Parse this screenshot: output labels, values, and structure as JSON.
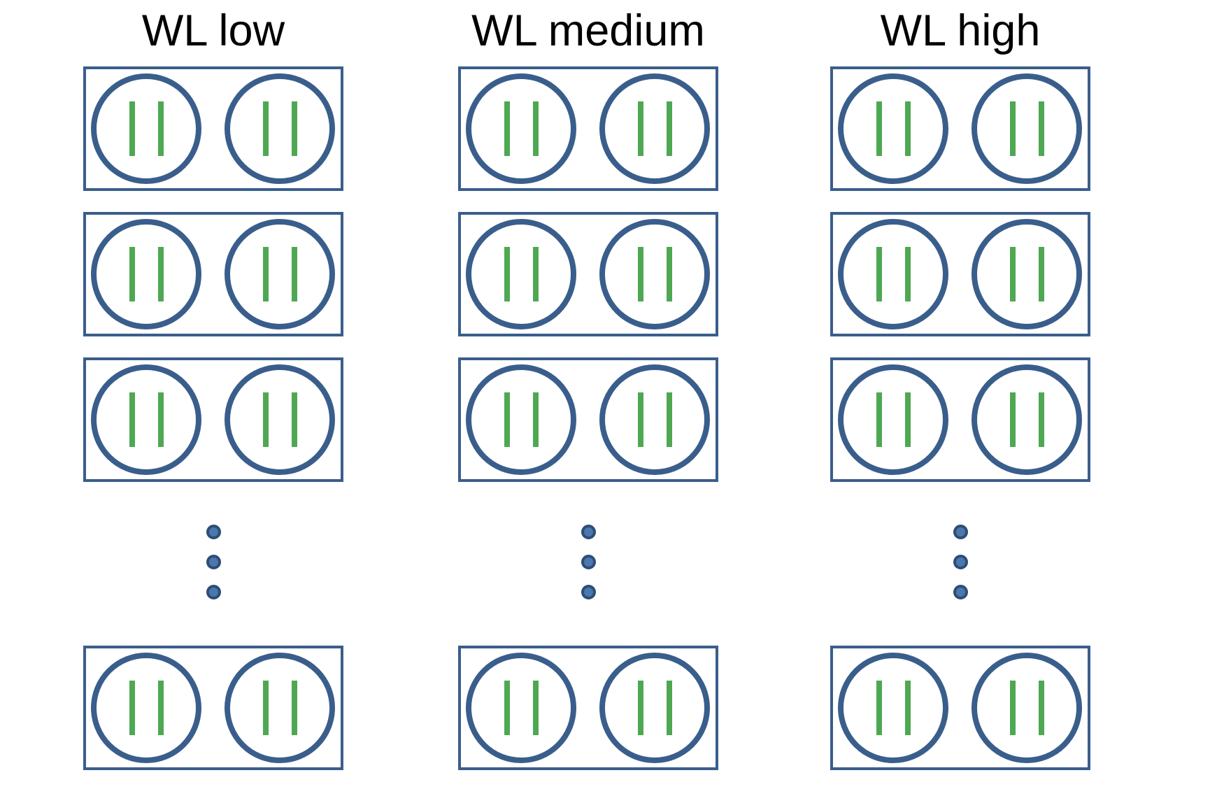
{
  "figure": {
    "title": "",
    "columns": [
      {
        "label": "WL low"
      },
      {
        "label": "WL medium"
      },
      {
        "label": "WL high"
      }
    ],
    "blocks_shown_per_column": 4,
    "blocks_before_ellipsis": 3,
    "ellipsis_dots_per_column": 3,
    "circles_per_block": 2,
    "bars_per_circle": 2,
    "colors": {
      "shape_stroke": "#3a5e8c",
      "bar_fill": "#4ea852",
      "dot_fill": "#4a77ae",
      "dot_ring": "#2e4d77",
      "title_text": "#000000",
      "background": "#ffffff"
    }
  }
}
